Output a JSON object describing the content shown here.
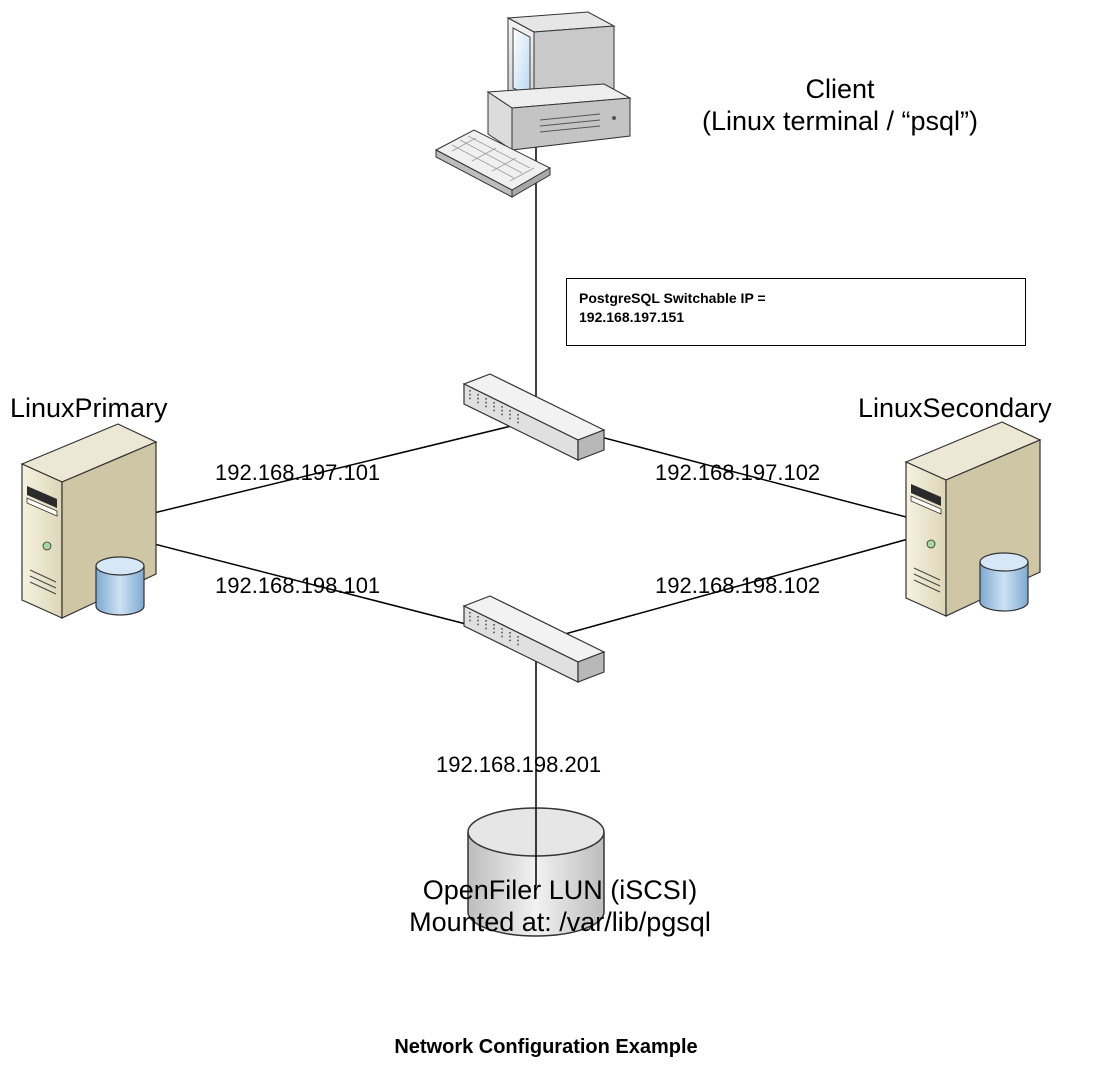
{
  "client": {
    "title": "Client",
    "subtitle": "(Linux terminal / “psql”)"
  },
  "vip_box": {
    "line1": "PostgreSQL Switchable IP =",
    "line2": "192.168.197.151"
  },
  "primary": {
    "name": "LinuxPrimary",
    "ip_public": "192.168.197.101",
    "ip_storage": "192.168.198.101"
  },
  "secondary": {
    "name": "LinuxSecondary",
    "ip_public": "192.168.197.102",
    "ip_storage": "192.168.198.102"
  },
  "storage": {
    "ip": "192.168.198.201",
    "line1": "OpenFiler LUN (iSCSI)",
    "line2": "Mounted at: /var/lib/pgsql"
  },
  "caption": "Network Configuration Example",
  "colors": {
    "server_face": "#ece8d5",
    "server_side": "#cfc6a6",
    "disk_blue": "#9fc4e6",
    "switch_top": "#f2f2f2",
    "switch_side": "#b8b8b8",
    "line": "#000000"
  }
}
